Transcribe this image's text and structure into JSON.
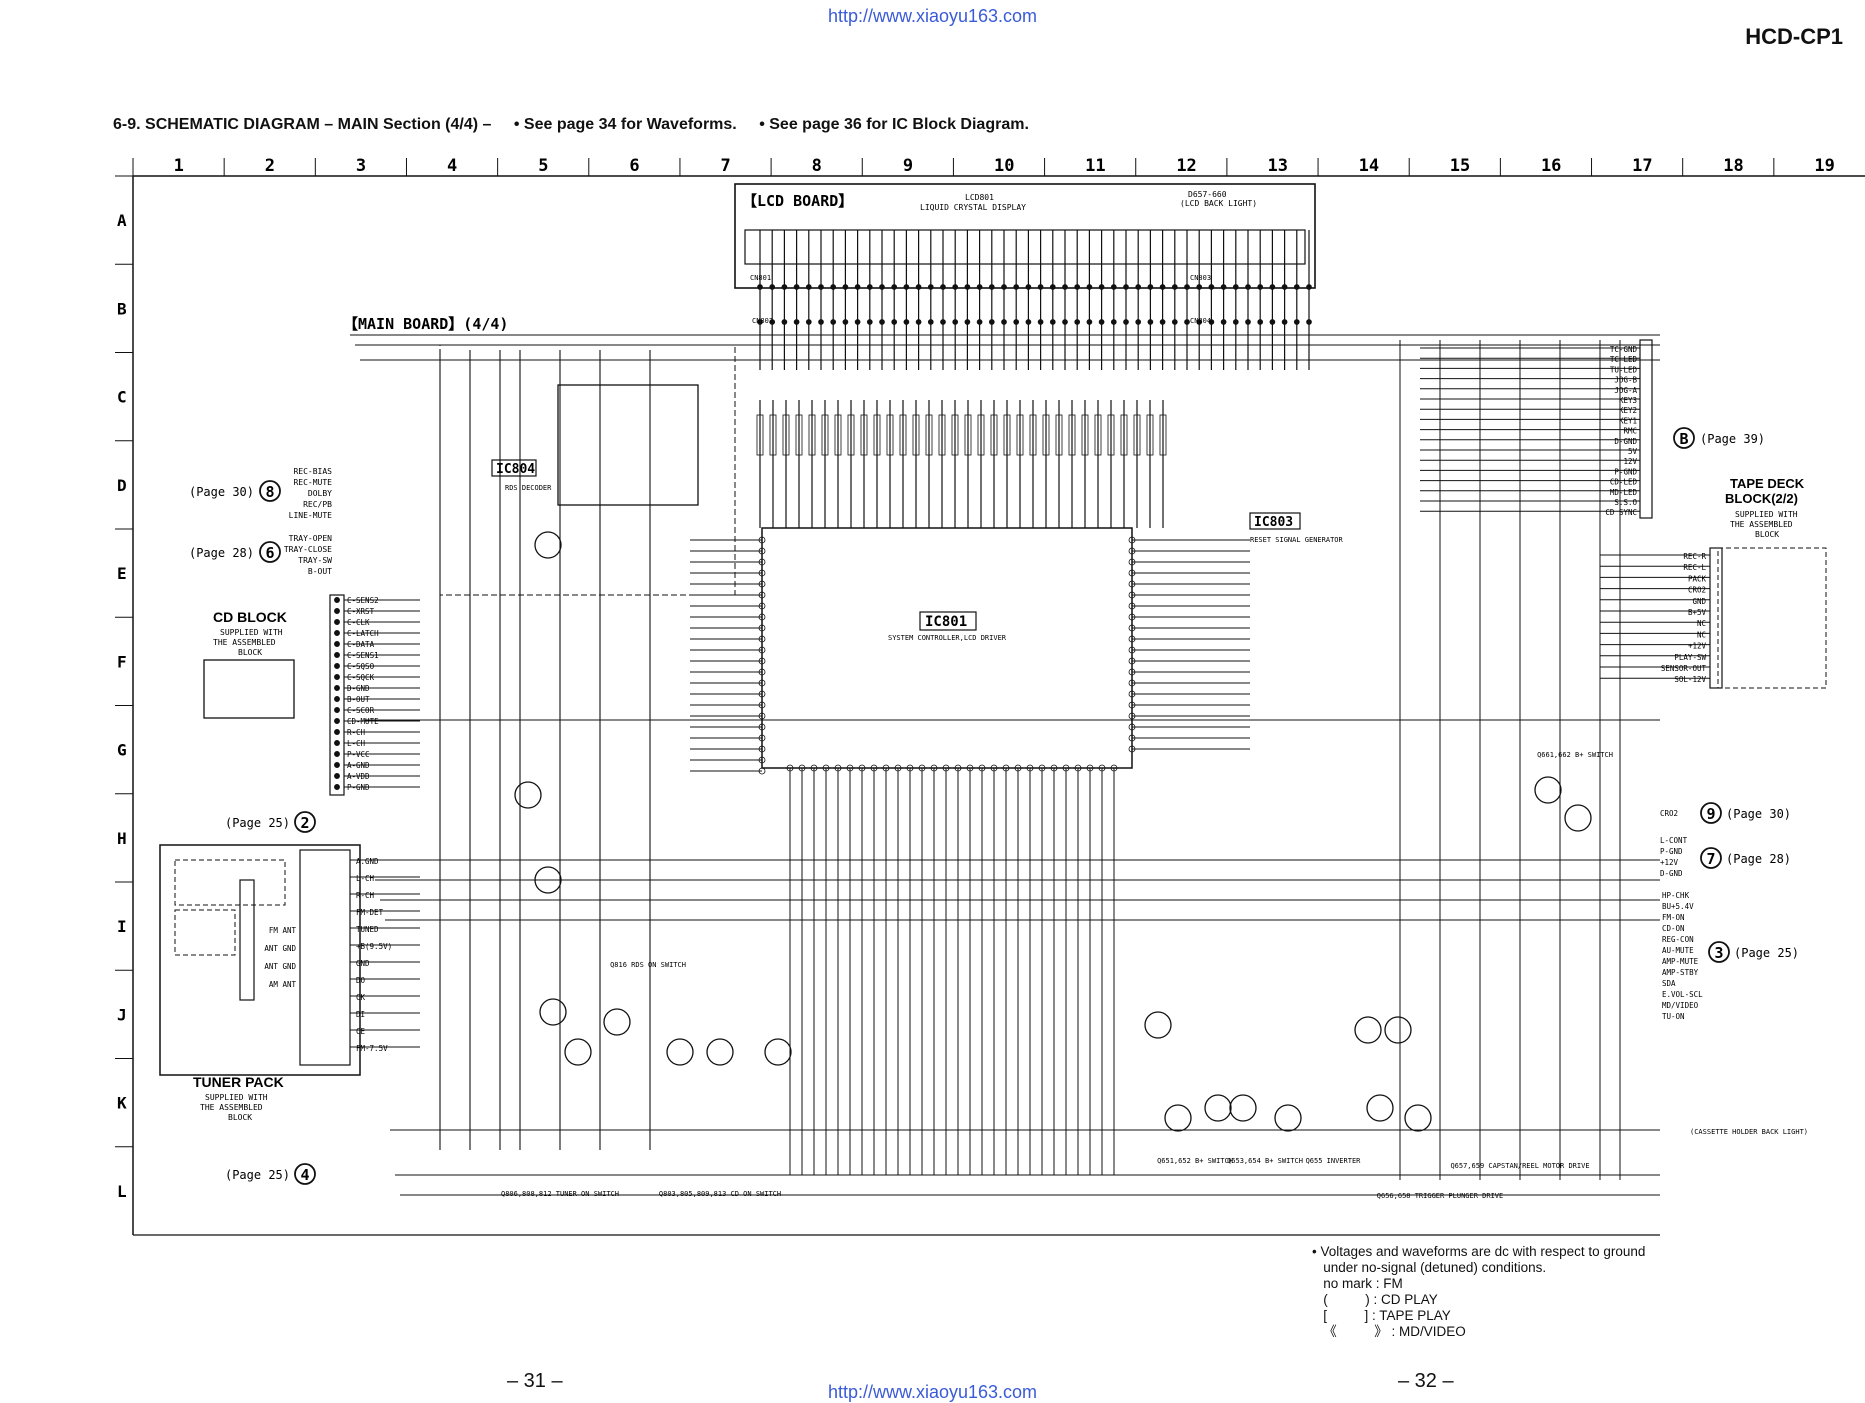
{
  "header": {
    "url_top": "http://www.xiaoyu163.com",
    "url_bottom": "http://www.xiaoyu163.com",
    "model": "HCD-CP1",
    "title_main": "6-9.  SCHEMATIC  DIAGRAM  – MAIN Section (4/4) –",
    "title_note1": "• See page 34 for Waveforms.",
    "title_note2": "• See page 36 for IC Block Diagram."
  },
  "grid": {
    "columns": [
      "1",
      "2",
      "3",
      "4",
      "5",
      "6",
      "7",
      "8",
      "9",
      "10",
      "11",
      "12",
      "13",
      "14",
      "15",
      "16",
      "17",
      "18",
      "19"
    ],
    "rows": [
      "A",
      "B",
      "C",
      "D",
      "E",
      "F",
      "G",
      "H",
      "I",
      "J",
      "K",
      "L"
    ]
  },
  "boards": {
    "lcd_board": "【LCD BOARD】",
    "main_board": "【MAIN BOARD】(4/4)",
    "lcd_part": "LCD801",
    "lcd_desc": "LIQUID CRYSTAL DISPLAY",
    "backlight": "D657-660",
    "backlight_desc": "(LCD BACK LIGHT)",
    "cn801": "CN801",
    "cn802": "CN802",
    "cn803": "CN803",
    "cn804": "CN804"
  },
  "ics": {
    "ic801": "IC801",
    "ic801_desc": "SYSTEM CONTROLLER,LCD DRIVER",
    "ic803": "IC803",
    "ic803_desc": "RESET SIGNAL GENERATOR",
    "ic804": "IC804",
    "ic804_desc": "RDS DECODER"
  },
  "blocks": {
    "cd_block": "CD BLOCK",
    "cd_block_sub1": "SUPPLIED WITH",
    "cd_block_sub2": "THE ASSEMBLED",
    "cd_block_sub3": "BLOCK",
    "tuner_pack": "TUNER PACK",
    "tuner_sub1": "SUPPLIED WITH",
    "tuner_sub2": "THE ASSEMBLED",
    "tuner_sub3": "BLOCK",
    "tape_deck": "TAPE DECK",
    "tape_deck2": "BLOCK(2/2)",
    "tape_sub1": "SUPPLIED WITH",
    "tape_sub2": "THE ASSEMBLED",
    "tape_sub3": "BLOCK",
    "cassette": "(CASSETTE HOLDER BACK LIGHT)"
  },
  "left_connectors": {
    "group8": [
      "REC-BIAS",
      "REC-MUTE",
      "DOLBY",
      "REC/PB",
      "LINE-MUTE"
    ],
    "group6": [
      "TRAY-OPEN",
      "TRAY-CLOSE",
      "TRAY-SW",
      "B-OUT"
    ],
    "cd_pins": [
      "C-SENS2",
      "C-XRST",
      "C-CLK",
      "C-LATCH",
      "C-DATA",
      "C-SENS1",
      "C-SQSO",
      "C-SQCK",
      "D-GND",
      "B-OUT",
      "C-SCOR",
      "CD-MUTE",
      "R-CH",
      "L-CH",
      "P-VCC",
      "A-GND",
      "A-VDD",
      "P-GND"
    ],
    "tuner_pins": [
      "A.GND",
      "L-CH",
      "R-CH",
      "FM-DET",
      "TUNED",
      "+B(9.5V)",
      "GND",
      "DO",
      "CK",
      "DI",
      "CE",
      "FM-7.5V"
    ],
    "tuner_terms": [
      "FM ANT",
      "ANT GND",
      "ANT GND",
      "AM ANT"
    ]
  },
  "right_connectors": {
    "group_b": [
      "TC-GND",
      "TC-LED",
      "TU-LED",
      "JOG-B",
      "JOG-A",
      "KEY3",
      "KEY2",
      "KEY1",
      "RMC",
      "D-GND",
      "5V",
      "12V",
      "P-GND",
      "CD-LED",
      "MD-LED",
      "S.S.O",
      "CD SYNC"
    ],
    "tape_pins": [
      "REC-R",
      "REC-L",
      "PACK",
      "CRO2",
      "GND",
      "B+5V",
      "NC",
      "NC",
      "+12V",
      "PLAY-SW",
      "SENSOR-OUT",
      "SOL-12V"
    ],
    "group9": [
      "CRO2"
    ],
    "group7": [
      "L-CONT",
      "P-GND",
      "+12V",
      "D-GND"
    ],
    "group3": [
      "HP-CHK",
      "BU+5.4V",
      "FM-ON",
      "CD-ON",
      "REG-CON",
      "AU-MUTE",
      "AMP-MUTE",
      "AMP-STBY",
      "SDA",
      "E.VOL-SCL",
      "MD/VIDEO",
      "TU-ON"
    ]
  },
  "page_refs": {
    "p8": "(Page 30)",
    "p6": "(Page 28)",
    "p2": "(Page 25)",
    "p4": "(Page 25)",
    "pB": "(Page 39)",
    "p9": "(Page 30)",
    "p7": "(Page 28)",
    "p3": "(Page 25)"
  },
  "transistor_labels": [
    "Q806,808,812 TUNER ON SWITCH",
    "Q803,805,809,813 CD ON SWITCH",
    "Q816 RDS ON SWITCH",
    "Q651,652 B+ SWITCH",
    "Q653,654 B+ SWITCH",
    "Q655 INVERTER",
    "Q656,658 TRIGGER PLUNGER DRIVE",
    "Q657,659 CAPSTAN/REEL MOTOR DRIVE",
    "Q661,662 B+ SWITCH"
  ],
  "notes": {
    "n1": "• Voltages and waveforms are dc with respect to ground",
    "n2": "   under no-signal (detuned) conditions.",
    "n3": "   no mark : FM",
    "n4": "   (          ) : CD PLAY",
    "n5": "   [          ] : TAPE PLAY",
    "n6": "   《          》 : MD/VIDEO"
  },
  "page_numbers": {
    "left": "– 31 –",
    "right": "– 32 –"
  },
  "colors": {
    "ink": "#111111",
    "url": "#3a5bd8",
    "watermark": "#eeeeee"
  }
}
